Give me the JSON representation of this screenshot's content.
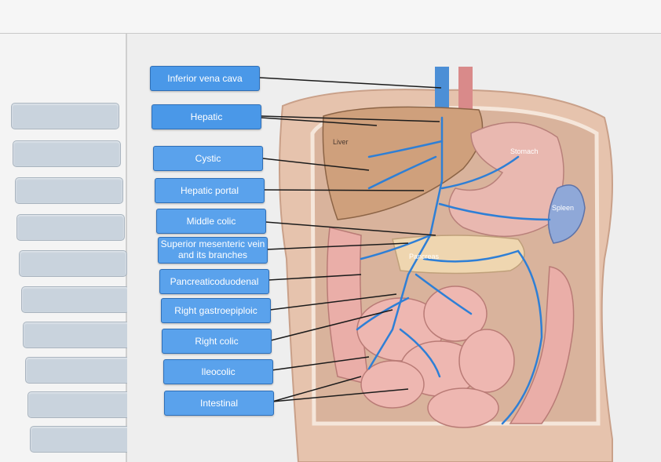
{
  "labels": [
    "Inferior vena cava",
    "Hepatic",
    "Cystic",
    "Hepatic portal",
    "Middle colic",
    "Superior mesenteric vein and its branches",
    "Pancreaticoduodenal",
    "Right gastroepiploic",
    "Right colic",
    "Ileocolic",
    "Intestinal"
  ],
  "organ_labels": {
    "liver": "Liver",
    "stomach": "Stomach",
    "spleen": "Spleen",
    "pancreas": "Pancreas"
  },
  "drop_slot_count": 10,
  "colors": {
    "label_bg": "#4a98e8",
    "slot_bg": "#c9d3dd",
    "vein": "#2e7fd6",
    "skin": "#e9c7b0",
    "liver": "#cfa07c"
  }
}
